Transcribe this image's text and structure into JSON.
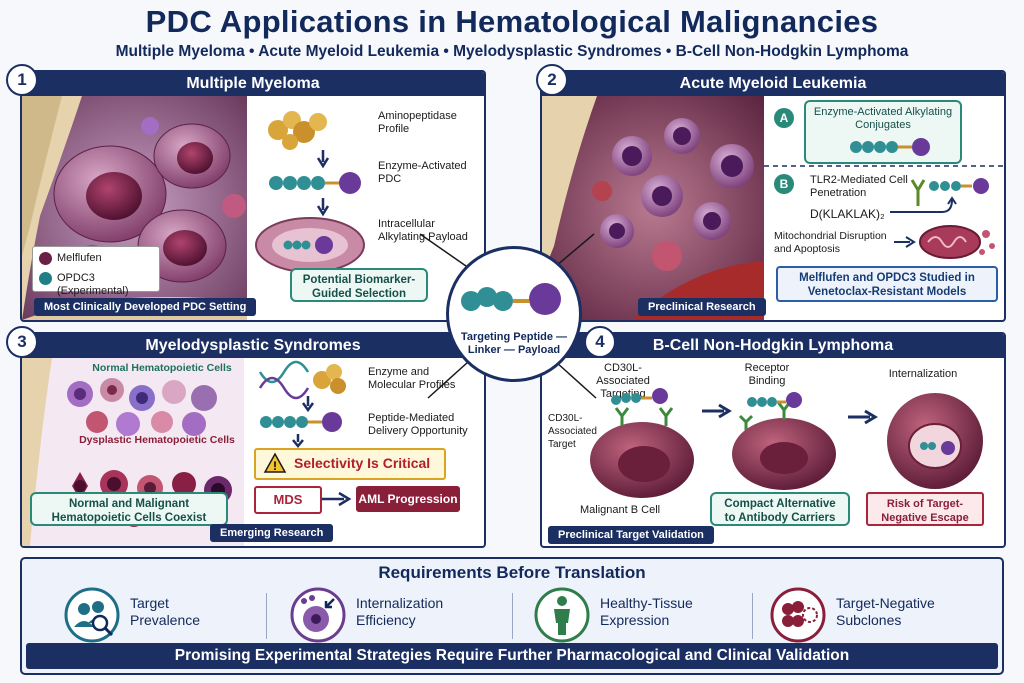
{
  "header": {
    "title": "PDC Applications in Hematological Malignancies",
    "subtitle": "Multiple Myeloma • Acute Myeloid Leukemia • Myelodysplastic Syndromes • B-Cell Non-Hodgkin Lymphoma"
  },
  "center": {
    "label": "Targeting Peptide — Linker — Payload"
  },
  "panels": {
    "mm": {
      "number": "1",
      "title": "Multiple Myeloma",
      "steps": [
        "Aminopeptidase Profile",
        "Enzyme-Activated PDC",
        "Intracellular Alkylating Payload"
      ],
      "legend": [
        "Melflufen",
        "OPDC3 (Experimental)"
      ],
      "highlight": "Potential Biomarker-Guided Selection",
      "footer": "Most Clinically Developed PDC Setting"
    },
    "aml": {
      "number": "2",
      "title": "Acute Myeloid Leukemia",
      "a_badge": "A",
      "a_label": "Enzyme-Activated Alkylating Conjugates",
      "b_badge": "B",
      "b_label": "TLR2-Mediated Cell Penetration",
      "b_peptide": "D(KLAKLAK)₂",
      "b_effect": "Mitochondrial Disruption and Apoptosis",
      "highlight": "Melflufen and OPDC3 Studied in Venetoclax-Resistant Models",
      "footer": "Preclinical Research"
    },
    "mds": {
      "number": "3",
      "title": "Myelodysplastic Syndromes",
      "normal_label": "Normal Hematopoietic Cells",
      "dysplastic_label": "Dysplastic Hematopoietic Cells",
      "steps": [
        "Enzyme and Molecular Profiles",
        "Peptide-Mediated Delivery Opportunity"
      ],
      "warning": "Selectivity Is Critical",
      "from": "MDS",
      "to": "AML Progression",
      "coexist": "Normal and Malignant Hematopoietic Cells Coexist",
      "footer": "Emerging Research"
    },
    "bcell": {
      "number": "4",
      "title": "B-Cell Non-Hodgkin Lymphoma",
      "step1": "CD30L-Associated Targeting",
      "step2": "Receptor Binding",
      "step3": "Internalization",
      "target_label": "CD30L-Associated Target",
      "cell_label": "Malignant B Cell",
      "compact": "Compact Alternative to Antibody Carriers",
      "risk": "Risk of Target-Negative Escape",
      "footer": "Preclinical Target Validation"
    }
  },
  "requirements": {
    "title": "Requirements Before Translation",
    "items": [
      {
        "label": "Target Prevalence",
        "icon": "people-search-icon",
        "color": "#1e6f86"
      },
      {
        "label": "Internalization Efficiency",
        "icon": "cell-internalization-icon",
        "color": "#6a3d8f"
      },
      {
        "label": "Healthy-Tissue Expression",
        "icon": "human-body-icon",
        "color": "#2e7d4a"
      },
      {
        "label": "Target-Negative Subclones",
        "icon": "subclones-icon",
        "color": "#8a1f3a"
      }
    ],
    "banner": "Promising Experimental Strategies Require Further Pharmacological and Clinical Validation"
  },
  "colors": {
    "navy": "#1b2f63",
    "teal": "#2a8a7a",
    "payload": "#6a3a9a",
    "peptide": "#2f8f94"
  }
}
